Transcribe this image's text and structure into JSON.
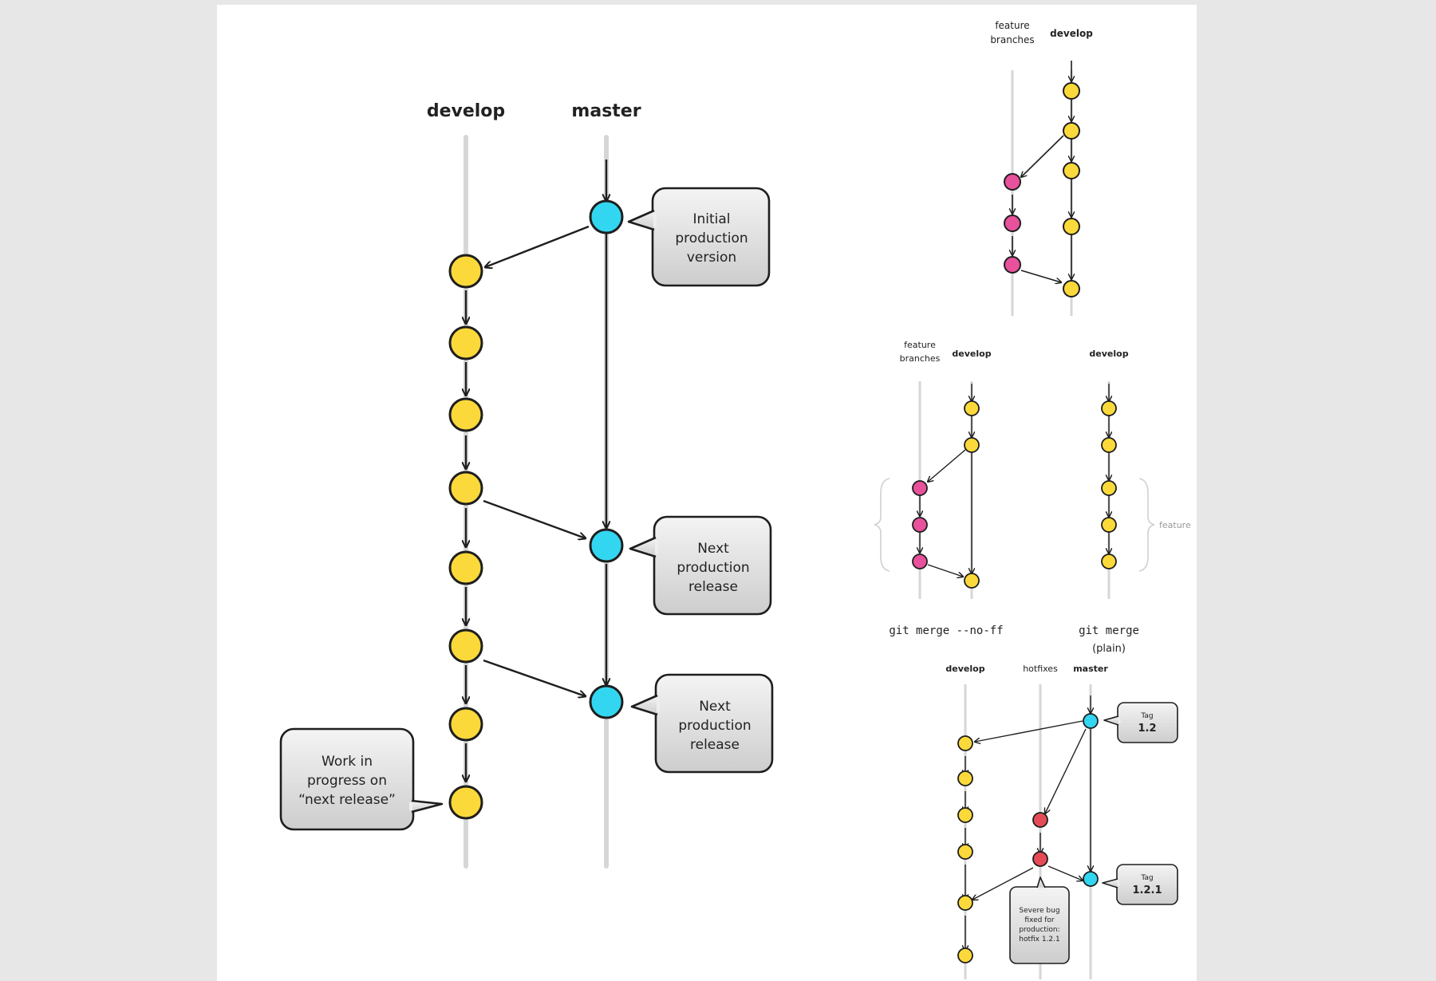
{
  "colors": {
    "develop": "#fcd93a",
    "master": "#33d6f0",
    "feature": "#e8519c",
    "hotfix": "#e54b57",
    "lane": "#cfcfcf",
    "callout": "#d9d9d9",
    "stroke": "#1e1e1e"
  },
  "main": {
    "develop_label": "develop",
    "master_label": "master",
    "callout_initial": [
      "Initial",
      "production",
      "version"
    ],
    "callout_next1": [
      "Next",
      "production",
      "release"
    ],
    "callout_next2": [
      "Next",
      "production",
      "release"
    ],
    "callout_wip": [
      "Work in",
      "progress on",
      "“next release”"
    ]
  },
  "feature_panel": {
    "feature_label": [
      "feature",
      "branches"
    ],
    "develop_label": "develop"
  },
  "merge_panel": {
    "left_feature_label": [
      "feature",
      "branches"
    ],
    "left_develop_label": "develop",
    "right_develop_label": "develop",
    "feature_brace_label": "feature",
    "noff_caption": "git merge --no-ff",
    "plain_caption": "git merge",
    "plain_sub": "(plain)"
  },
  "hotfix_panel": {
    "develop_label": "develop",
    "hotfixes_label": "hotfixes",
    "master_label": "master",
    "tag1_small": "Tag",
    "tag1_big": "1.2",
    "tag2_small": "Tag",
    "tag2_big": "1.2.1",
    "note": [
      "Severe bug",
      "fixed for",
      "production:",
      "hotfix 1.2.1"
    ]
  }
}
